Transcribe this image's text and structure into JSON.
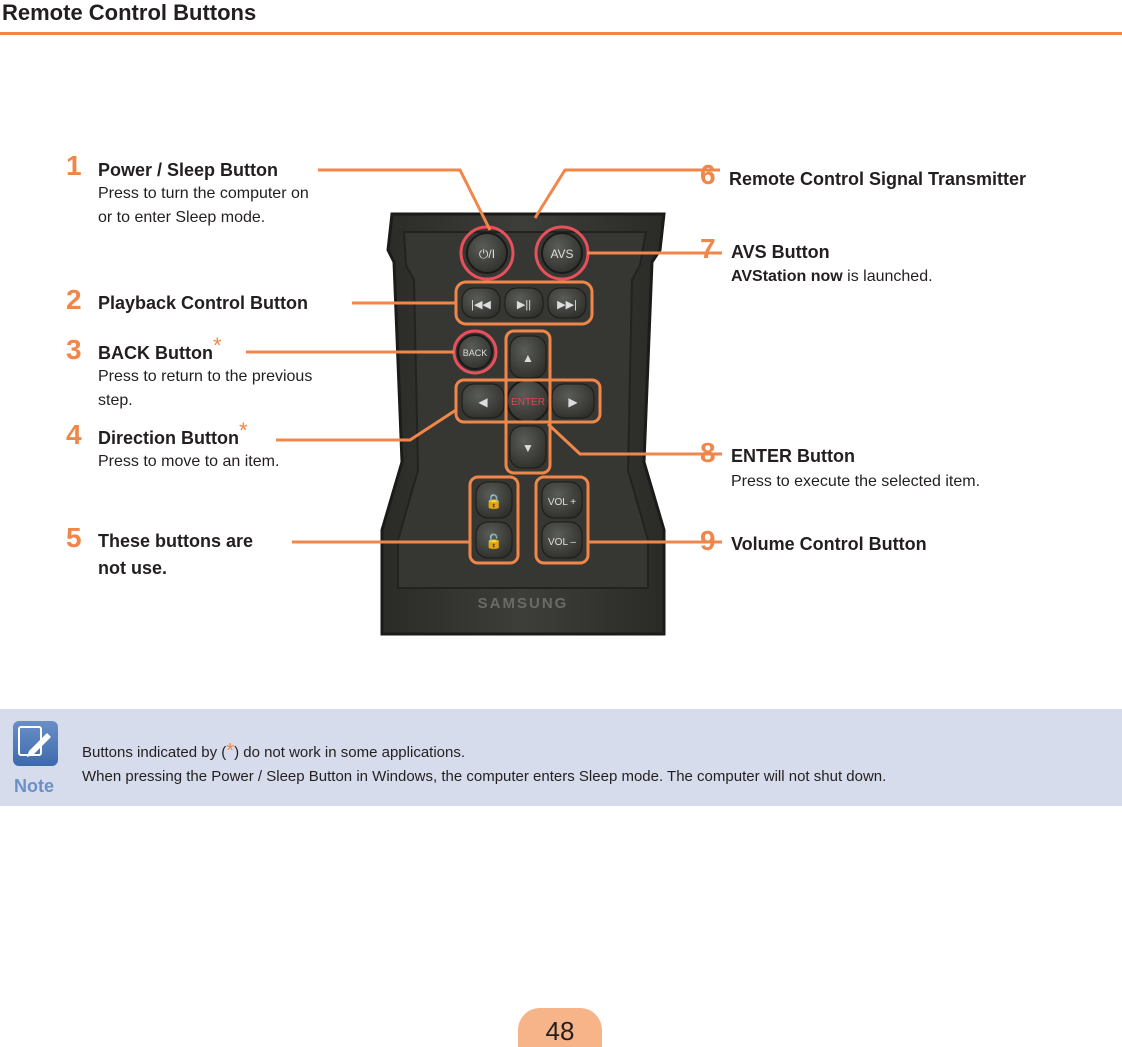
{
  "page": {
    "title": "Remote Control Buttons",
    "page_number": "48"
  },
  "callouts": [
    {
      "num": "1",
      "title": "Power / Sleep Button",
      "desc": [
        "Press to turn the computer on",
        "or to enter Sleep mode."
      ]
    },
    {
      "num": "2",
      "title": "Playback Control Button"
    },
    {
      "num": "3",
      "title": "BACK Button",
      "star": "*",
      "desc": [
        "Press to return to the previous",
        "step."
      ]
    },
    {
      "num": "4",
      "title": "Direction Button",
      "star": "*",
      "desc": [
        "Press to move to an item."
      ]
    },
    {
      "num": "5",
      "title": [
        "These buttons are",
        "not use."
      ]
    },
    {
      "num": "6",
      "title": "Remote Control Signal Transmitter"
    },
    {
      "num": "7",
      "title": "AVS Button",
      "desc_bold": "AVStation now",
      "desc_rest": " is launched."
    },
    {
      "num": "8",
      "title": "ENTER Button",
      "desc": [
        "Press to execute the selected item."
      ]
    },
    {
      "num": "9",
      "title": "Volume Control Button"
    }
  ],
  "remote": {
    "brand": "SAMSUNG",
    "buttons": {
      "power": "⏻/I",
      "avs": "AVS",
      "back": "BACK",
      "enter": "ENTER",
      "vol_up": "VOL +",
      "vol_down": "VOL –"
    }
  },
  "note": {
    "label": "Note",
    "line1_pre": "Buttons indicated by (",
    "line1_star": "*",
    "line1_post": ") do not work in some applications.",
    "line2": "When pressing the Power / Sleep Button in Windows, the computer enters Sleep mode. The computer will not shut down."
  },
  "colors": {
    "accent": "#f0874a",
    "note_band": "#d7dcec",
    "note_blue": "#6b8fc7"
  }
}
